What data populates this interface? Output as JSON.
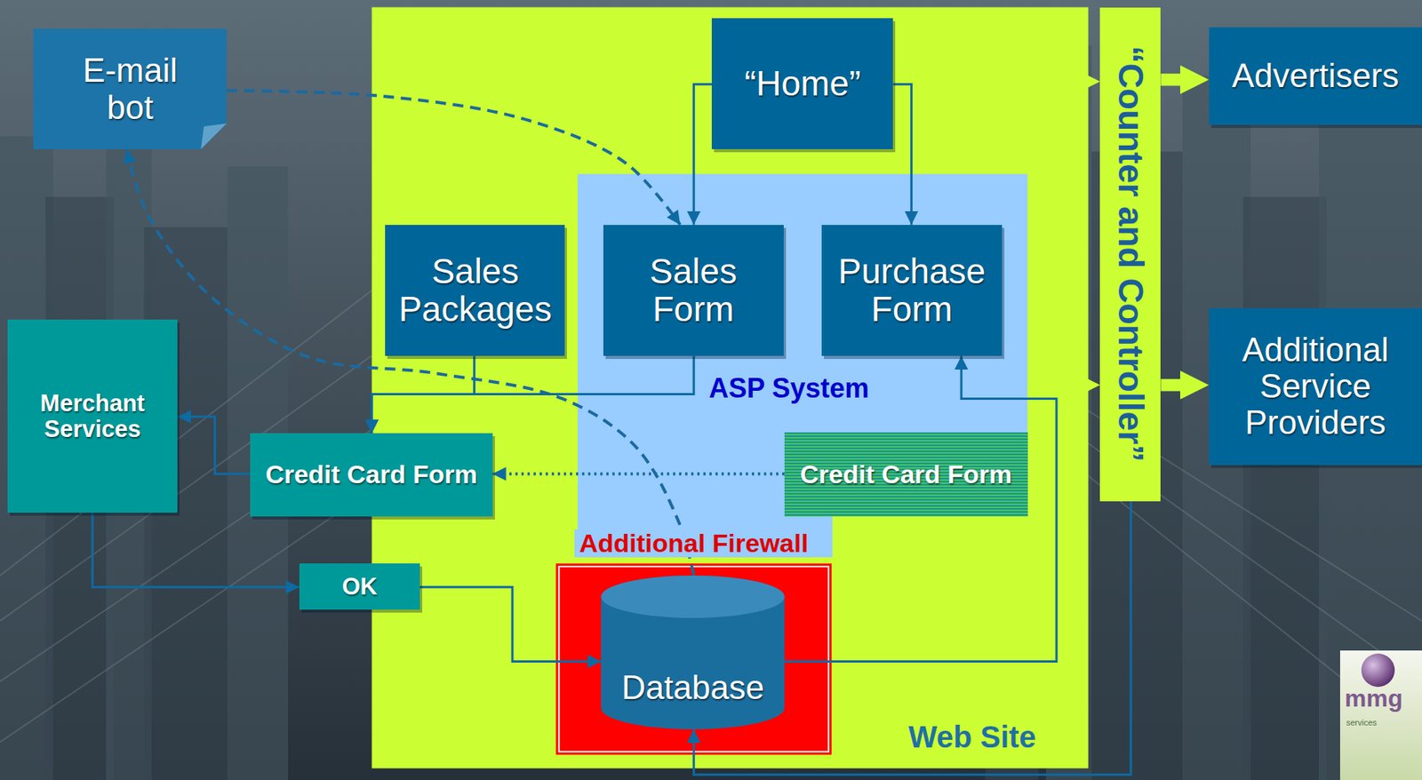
{
  "diagram": {
    "nodes": [
      {
        "text": [
          "E-mail bot"
        ]
      },
      {
        "text": [
          "Web Site"
        ]
      },
      {
        "text": [
          "“Home”"
        ],
        "in": 1
      },
      {
        "text": [
          "“Counter and Controller”"
        ]
      },
      {
        "text": [
          "Advertisers"
        ]
      },
      {
        "text": [
          "ASP System"
        ],
        "in": 1
      },
      {
        "text": [
          "Sales Packages"
        ],
        "in": 1
      },
      {
        "text": [
          "Sales Form"
        ],
        "in": 5
      },
      {
        "text": [
          "Purchase Form"
        ],
        "in": 5
      },
      {
        "text": [
          "Additional Service Providers"
        ]
      },
      {
        "text": [
          "Merchant Services"
        ]
      },
      {
        "text": [
          "Credit Card Form"
        ]
      },
      {
        "text": [
          "Credit Card Form"
        ],
        "in": 5
      },
      {
        "text": [
          "OK"
        ]
      },
      {
        "text": [
          "Additional Firewall"
        ],
        "in": 1
      },
      {
        "text": [
          "Database"
        ],
        "in": 14
      }
    ],
    "edges": [
      {
        "from": 2,
        "to": 7,
        "arrow": "to"
      },
      {
        "from": 2,
        "to": 8,
        "arrow": "to"
      },
      {
        "from": 0,
        "to": 7,
        "arrow": "to"
      },
      {
        "from": 15,
        "to": 0,
        "arrow": "to"
      },
      {
        "from": 6,
        "to": 11,
        "arrow": "to"
      },
      {
        "from": 7,
        "to": 11,
        "arrow": "to"
      },
      {
        "from": 12,
        "to": 11,
        "arrow": "to"
      },
      {
        "from": 11,
        "to": 10,
        "arrow": "to"
      },
      {
        "from": 10,
        "to": 13,
        "arrow": "to"
      },
      {
        "from": 13,
        "to": 15,
        "arrow": "to"
      },
      {
        "from": 15,
        "to": 8,
        "arrow": "to"
      },
      {
        "from": 1,
        "to": 3,
        "arrow": "to"
      },
      {
        "from": 1,
        "to": 3,
        "arrow": "to"
      },
      {
        "from": 3,
        "to": 4,
        "arrow": "to"
      },
      {
        "from": 3,
        "to": 9,
        "arrow": "to"
      },
      {
        "from": 3,
        "to": 15,
        "arrow": "to"
      }
    ],
    "labels": [
      "mmg",
      "services"
    ]
  }
}
